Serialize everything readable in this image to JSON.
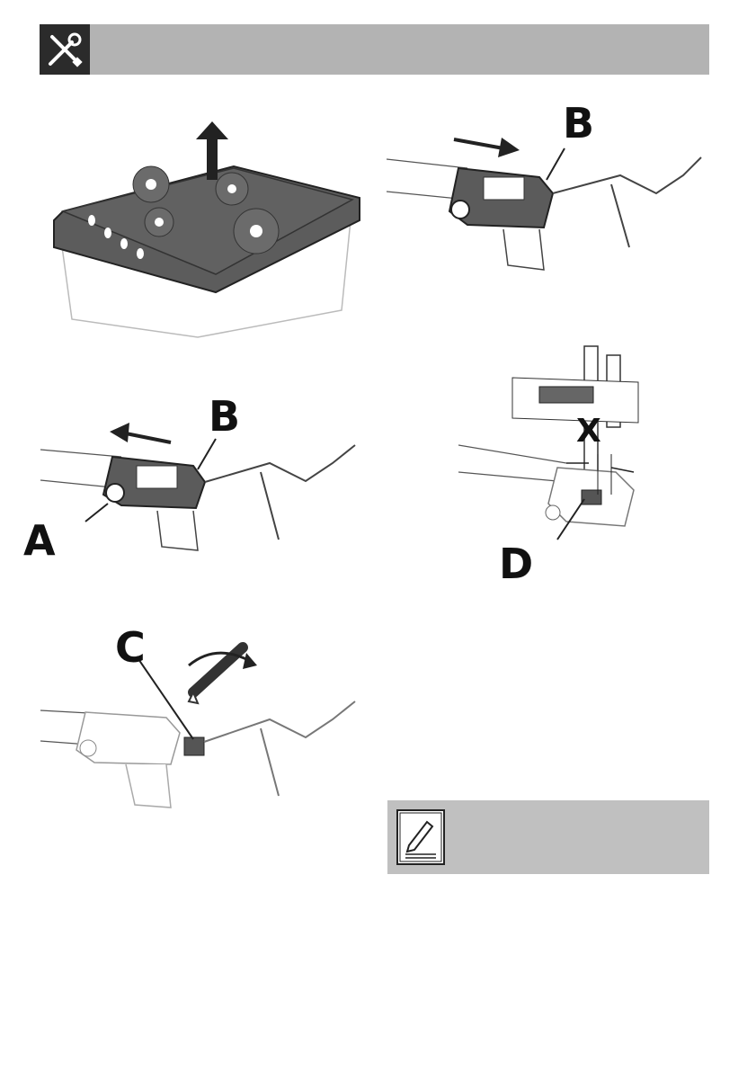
{
  "header": {
    "icon": "tools-icon",
    "color": "#b3b3b3",
    "icon_bg": "#2b2b2b"
  },
  "figures": {
    "hob_lift": {
      "icon": "arrow-up-icon"
    },
    "burner_slide_right": {
      "label_b": "B",
      "icon": "arrow-right-icon"
    },
    "burner_slide_left": {
      "label_a": "A",
      "label_b": "B",
      "icon": "arrow-left-icon"
    },
    "caliper_measure": {
      "label_x": "X",
      "label_d": "D"
    },
    "wrench_loosen": {
      "label_c": "C",
      "icon": "wrench-icon"
    }
  },
  "note": {
    "icon": "pencil-note-icon",
    "color": "#c0c0c0"
  }
}
